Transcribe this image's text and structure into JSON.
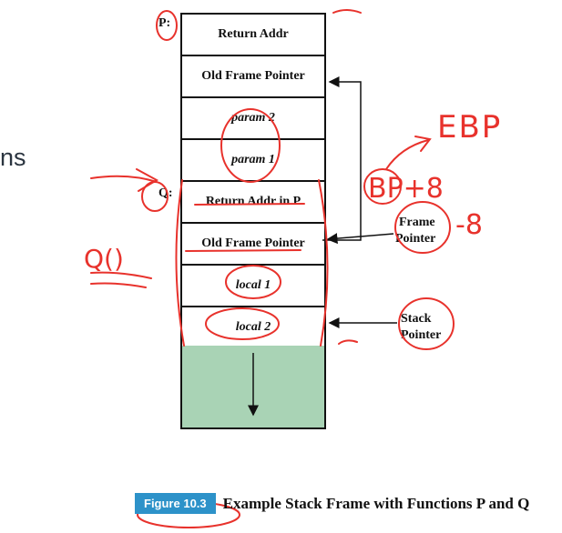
{
  "slide_fragment": "ns",
  "stack": {
    "p_label": "P:",
    "q_label": "Q:",
    "cells": [
      {
        "text": "Return Addr",
        "italic": false
      },
      {
        "text": "Old Frame Pointer",
        "italic": false
      },
      {
        "text": "param 2",
        "italic": true
      },
      {
        "text": "param 1",
        "italic": true
      },
      {
        "text": "Return Addr in P",
        "italic": false
      },
      {
        "text": "Old Frame Pointer",
        "italic": false
      },
      {
        "text": "local 1",
        "italic": true
      },
      {
        "text": "local 2",
        "italic": true
      }
    ],
    "stack_color": "#a9d3b5"
  },
  "labels": {
    "frame_pointer_line1": "Frame",
    "frame_pointer_line2": "Pointer",
    "stack_pointer_line1": "Stack",
    "stack_pointer_line2": "Pointer"
  },
  "caption": {
    "badge": "Figure 10.3",
    "title": "Example Stack Frame with Functions P and Q",
    "badge_color": "#2d92c9"
  },
  "annotations": {
    "ebp": "EBP",
    "bp_plus": "BP+8",
    "minus_8": "-8",
    "q_func": "Q()",
    "ink_color": "#e8322c"
  }
}
